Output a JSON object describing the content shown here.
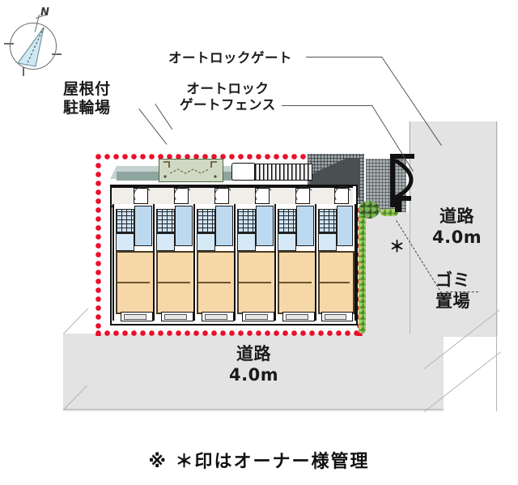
{
  "diagram": {
    "title_note": "※ ＊印はオーナー様管理",
    "compass": {
      "north_letter": "N"
    },
    "labels": {
      "bicycle_parking": "屋根付\n駐輪場",
      "auto_lock_gate": "オートロックゲート",
      "auto_lock_gate_fence": "オートロック\nゲートフェンス",
      "road_right": "道路\n4.0m",
      "road_bottom": "道路\n4.0m",
      "garbage_area": "ゴミ\n置場",
      "owner_mark": "＊"
    },
    "roads": [
      {
        "name": "road-bottom",
        "label": "道路",
        "width_label": "4.0m",
        "position": "south"
      },
      {
        "name": "road-right",
        "label": "道路",
        "width_label": "4.0m",
        "position": "east"
      }
    ],
    "building": {
      "unit_count": 6,
      "units": [
        {
          "id": "unit-1"
        },
        {
          "id": "unit-2"
        },
        {
          "id": "unit-3"
        },
        {
          "id": "unit-4"
        },
        {
          "id": "unit-5"
        },
        {
          "id": "unit-6"
        }
      ]
    },
    "colors": {
      "boundary": "#e8112d",
      "wet_area": "#bcd9ef",
      "tatami": "#f6d7a8",
      "roof_green": "#8fa5a0",
      "roof_dark": "#4a4f52",
      "hedge": "#7cb043",
      "road": "#e3e3e3"
    }
  }
}
